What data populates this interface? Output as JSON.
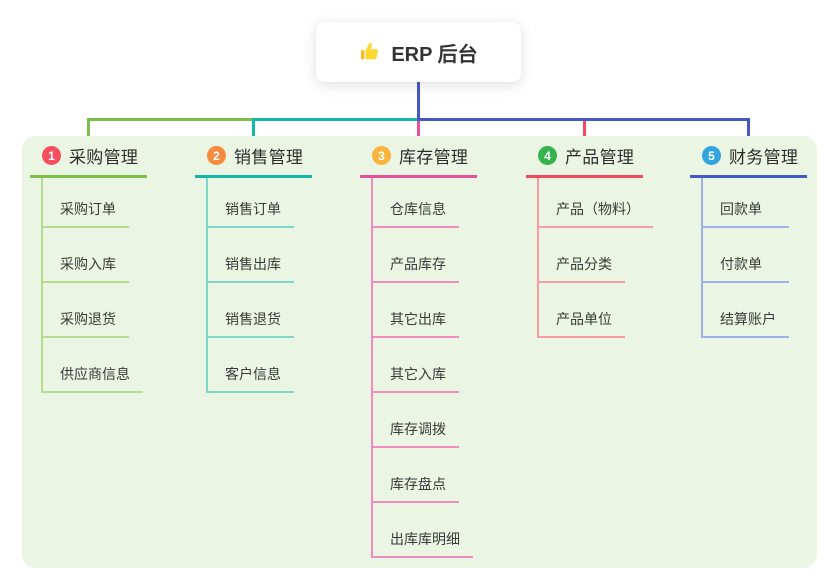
{
  "root": {
    "title": "ERP 后台",
    "icon": "thumbs-up"
  },
  "panel": {
    "background": "#eaf6e3"
  },
  "connector_color": "#4359c8",
  "branches": [
    {
      "badge": "1",
      "badge_color": "#f4505f",
      "title": "采购管理",
      "line_color": "#7cbe4a",
      "child_line_color": "#b4db90",
      "children": [
        "采购订单",
        "采购入库",
        "采购退货",
        "供应商信息"
      ]
    },
    {
      "badge": "2",
      "badge_color": "#f68a3d",
      "title": "销售管理",
      "line_color": "#14b8a9",
      "child_line_color": "#7fd6ca",
      "children": [
        "销售订单",
        "销售出库",
        "销售退货",
        "客户信息"
      ]
    },
    {
      "badge": "3",
      "badge_color": "#f9b43e",
      "title": "库存管理",
      "line_color": "#e5519d",
      "child_line_color": "#f08cc0",
      "children": [
        "仓库信息",
        "产品库存",
        "其它出库",
        "其它入库",
        "库存调拨",
        "库存盘点",
        "出库库明细"
      ]
    },
    {
      "badge": "4",
      "badge_color": "#35b44e",
      "title": "产品管理",
      "line_color": "#f4495b",
      "child_line_color": "#f89ba2",
      "children": [
        "产品（物料）",
        "产品分类",
        "产品单位"
      ]
    },
    {
      "badge": "5",
      "badge_color": "#32a6dc",
      "title": "财务管理",
      "line_color": "#4359c8",
      "child_line_color": "#9db1ea",
      "children": [
        "回款单",
        "付款单",
        "结算账户"
      ]
    }
  ]
}
